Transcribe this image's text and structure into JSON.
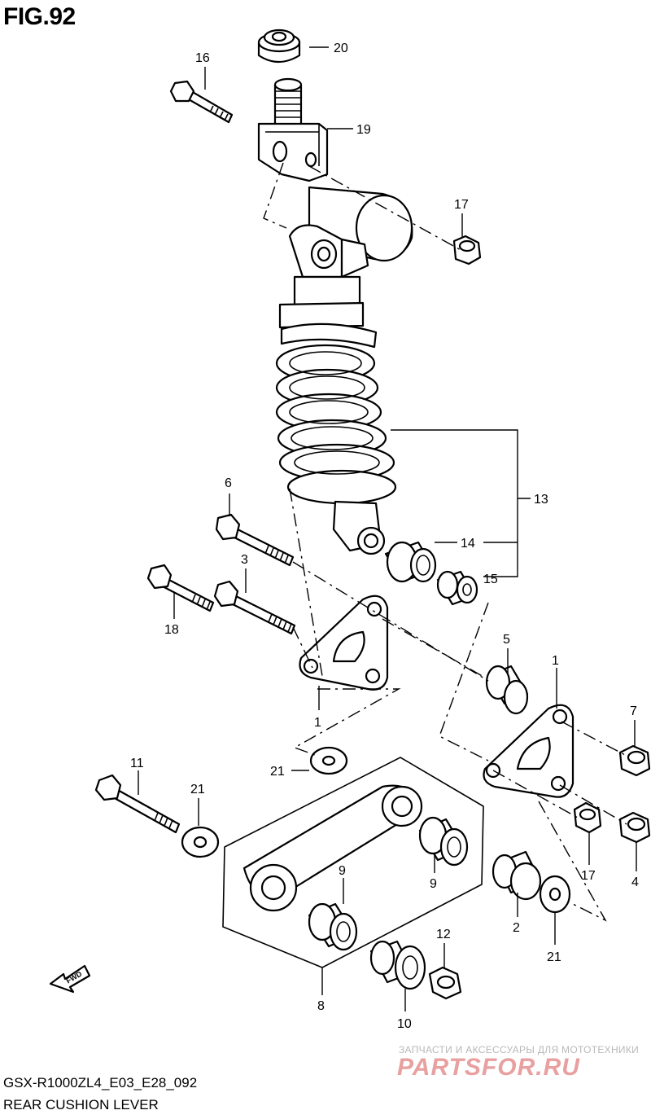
{
  "figure": {
    "title": "FIG.92"
  },
  "footer": {
    "model_code": "GSX-R1000ZL4_E03_E28_092",
    "caption": "REAR CUSHION LEVER"
  },
  "watermark": {
    "tagline": "ЗАПЧАСТИ И АКСЕССУАРЫ ДЛЯ МОТОТЕХНИКИ",
    "logo_text": "PARTSFOR.RU",
    "color": "#e8a0a0"
  },
  "fwd_label": "FWD",
  "callouts": {
    "c1a": "1",
    "c1b": "1",
    "c2": "2",
    "c3": "3",
    "c4": "4",
    "c5": "5",
    "c6": "6",
    "c7": "7",
    "c8": "8",
    "c9a": "9",
    "c9b": "9",
    "c10": "10",
    "c11": "11",
    "c12": "12",
    "c13": "13",
    "c14": "14",
    "c15": "15",
    "c16": "16",
    "c17a": "17",
    "c17b": "17",
    "c18": "18",
    "c19": "19",
    "c20": "20",
    "c21a": "21",
    "c21b": "21",
    "c21c": "21"
  }
}
